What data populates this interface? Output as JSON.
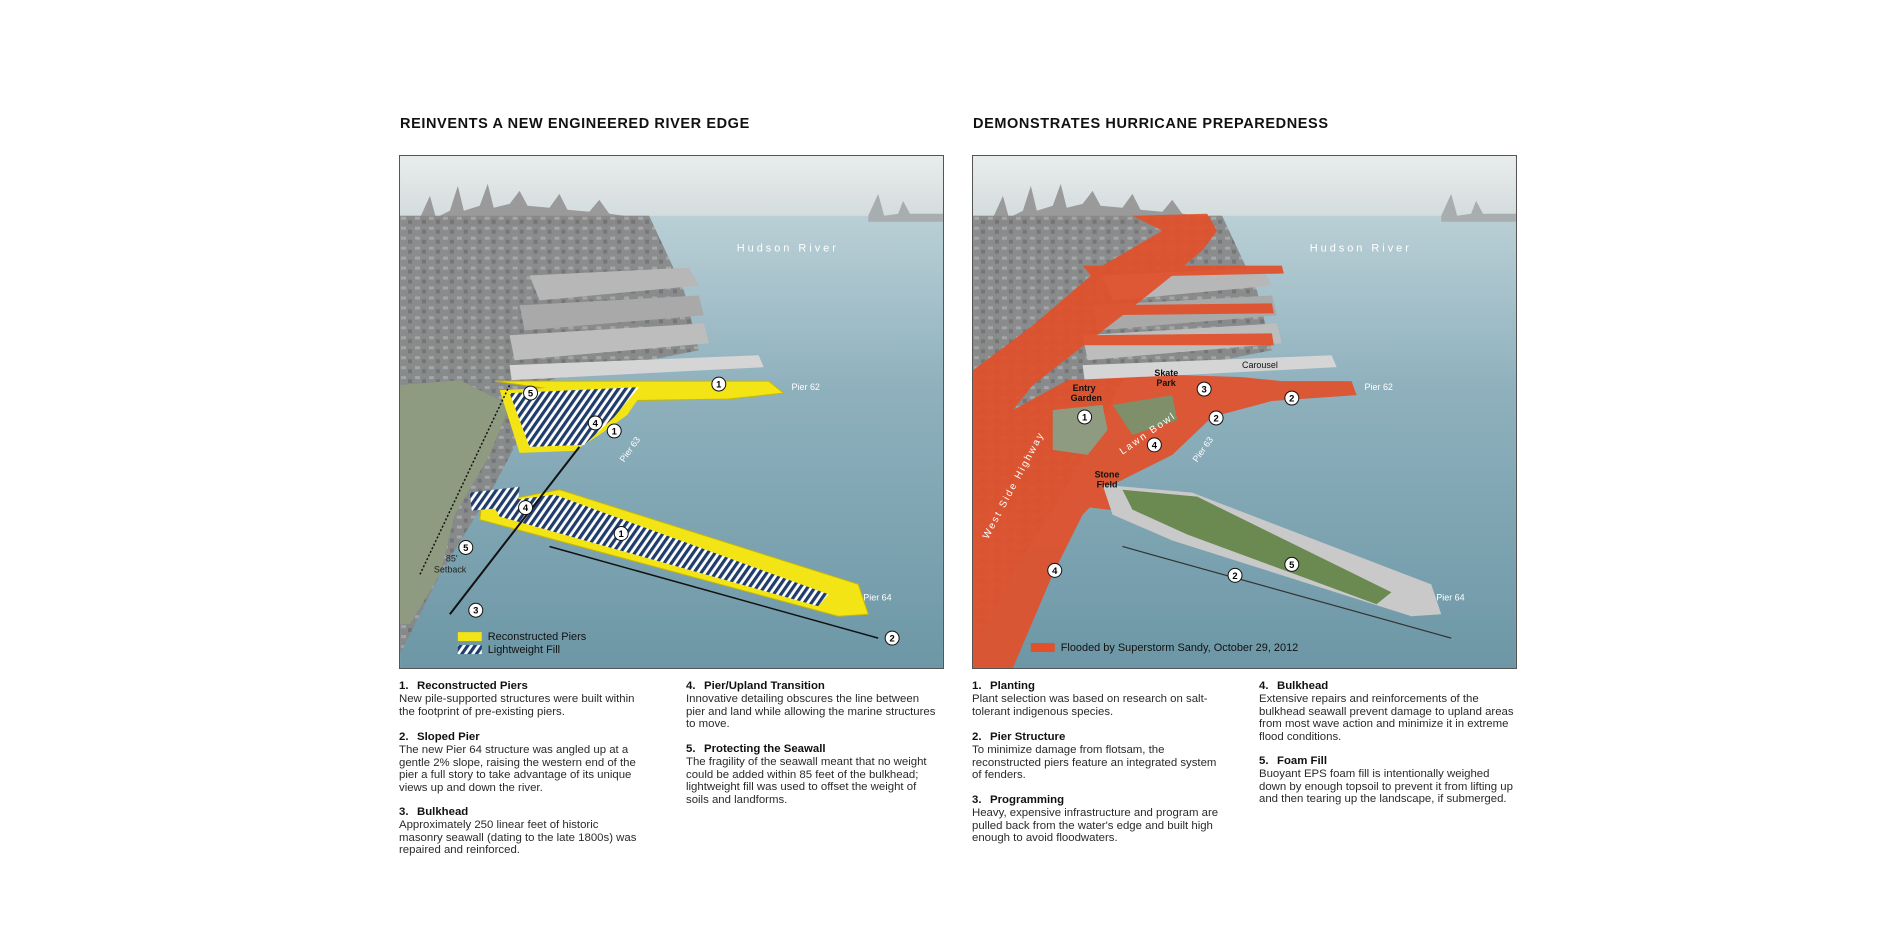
{
  "left_panel": {
    "title": "REINVENTS A NEW ENGINEERED RIVER EDGE",
    "river_label": "Hudson River",
    "pier_labels": [
      "Pier 62",
      "Pier 63",
      "Pier 64"
    ],
    "setback_label": [
      "85'",
      "Setback"
    ],
    "callouts": [
      "1",
      "1",
      "1",
      "2",
      "3",
      "4",
      "4",
      "5",
      "5"
    ],
    "legend": [
      {
        "label": "Reconstructed Piers",
        "color": "#f3e515"
      },
      {
        "label": "Lightweight Fill",
        "color": "#1f3c6b"
      }
    ],
    "notes": [
      {
        "num": "1.",
        "title": "Reconstructed Piers",
        "body": "New pile-supported structures were built within the footprint of pre-existing piers."
      },
      {
        "num": "2.",
        "title": "Sloped Pier",
        "body": "The new Pier 64 structure was angled up at a gentle 2% slope, raising the western end of the pier a full story to take advantage of its unique views up and down the river."
      },
      {
        "num": "3.",
        "title": "Bulkhead",
        "body": "Approximately 250 linear feet of historic masonry seawall (dating to the late 1800s) was repaired and reinforced."
      },
      {
        "num": "4.",
        "title": "Pier/Upland Transition",
        "body": "Innovative detailing obscures the line between pier and land while allowing the marine structures to move."
      },
      {
        "num": "5.",
        "title": "Protecting the Seawall",
        "body": "The fragility of the seawall meant that no weight could be added within 85 feet of the bulkhead; lightweight fill was used to offset the weight of soils and landforms."
      }
    ]
  },
  "right_panel": {
    "title": "DEMONSTRATES HURRICANE PREPAREDNESS",
    "river_label": "Hudson River",
    "pier_labels": [
      "Pier 62",
      "Pier 63",
      "Pier 64"
    ],
    "place_labels": [
      "Skate",
      "Park",
      "Carousel",
      "Entry",
      "Garden",
      "Lawn Bowl",
      "Stone",
      "Field",
      "West Side Highway"
    ],
    "callouts": [
      "1",
      "2",
      "2",
      "2",
      "3",
      "4",
      "4",
      "5"
    ],
    "legend": [
      {
        "label": "Flooded by Superstorm Sandy, October 29, 2012",
        "color": "#e2502a"
      }
    ],
    "notes": [
      {
        "num": "1.",
        "title": "Planting",
        "body": "Plant selection was based on research on salt-tolerant indigenous species."
      },
      {
        "num": "2.",
        "title": "Pier Structure",
        "body": "To minimize damage from flotsam, the reconstructed piers feature an integrated system of fenders."
      },
      {
        "num": "3.",
        "title": "Programming",
        "body": "Heavy, expensive infrastructure and program are pulled back from the water's edge and built high enough to avoid floodwaters."
      },
      {
        "num": "4.",
        "title": "Bulkhead",
        "body": "Extensive repairs and reinforcements of the bulkhead seawall prevent damage to upland areas from most wave action and minimize it in extreme flood conditions."
      },
      {
        "num": "5.",
        "title": "Foam Fill",
        "body": "Buoyant EPS foam fill is intentionally weighed down by enough topsoil to prevent it from lifting up and then tearing up the landscape, if submerged."
      }
    ]
  }
}
